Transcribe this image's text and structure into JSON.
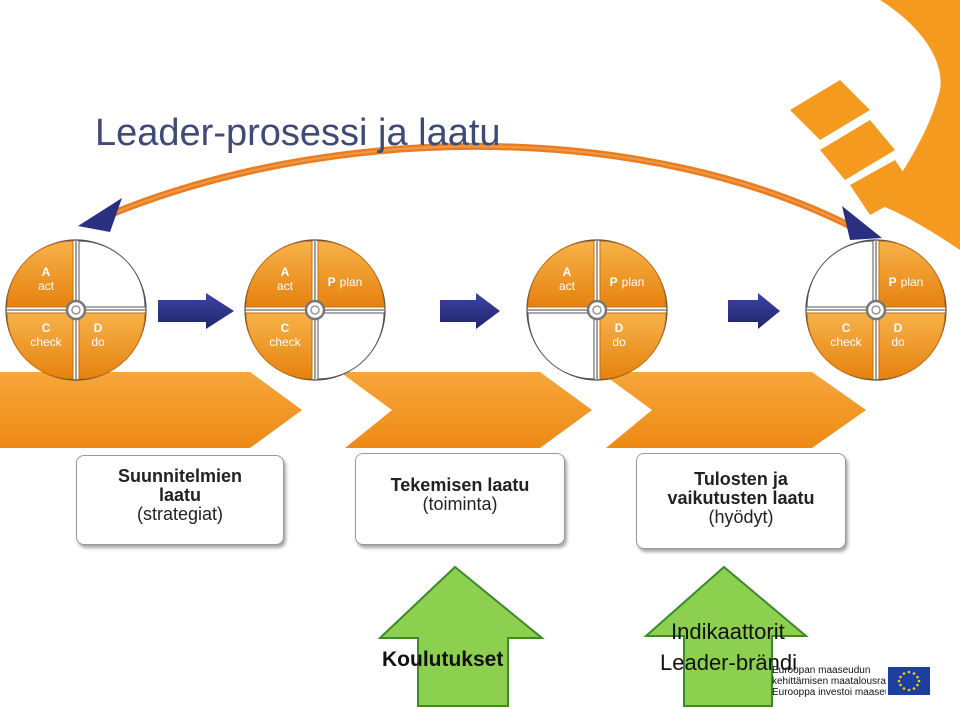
{
  "title": "Leader-prosessi ja laatu",
  "pdca": {
    "a_letter": "A",
    "a_word": "act",
    "p_letter": "P",
    "p_word": "plan",
    "c_letter": "C",
    "c_word": "check",
    "d_letter": "D",
    "d_word": "do"
  },
  "stages": [
    {
      "bold": "Suunnitelmien laatu",
      "normal": "(strategiat)"
    },
    {
      "bold": "Tekemisen laatu",
      "normal": "(toiminta)"
    },
    {
      "bold": "Tulosten ja vaikutusten laatu",
      "normal": "(hyödyt)"
    }
  ],
  "inputs": [
    {
      "label": "Koulutukset"
    },
    {
      "label_line1": "Indikaattorit",
      "label_line2": "Leader-brändi"
    }
  ],
  "eu_text": {
    "line1": "Euroopan maaseudun",
    "line2": "kehittämisen maatalousrahasto:",
    "line3": "Eurooppa investoi maaseutualueisiin."
  },
  "colors": {
    "orange": "#f39a1f",
    "orange_dark": "#d9770b",
    "navy": "#2b2f82",
    "green": "#8dcf4f",
    "title": "#3f4a78"
  }
}
